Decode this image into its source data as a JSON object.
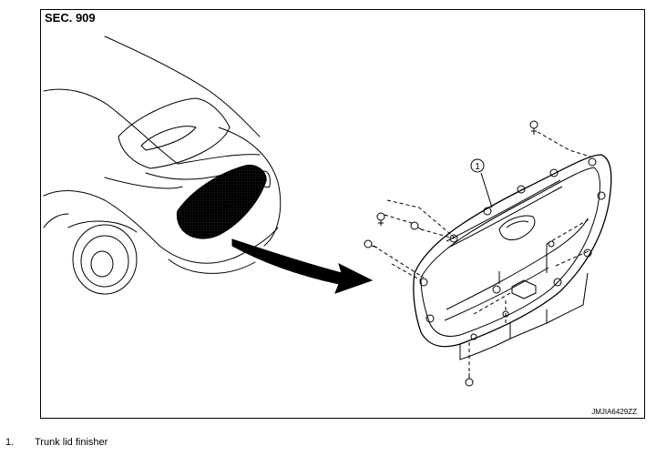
{
  "section_label": "SEC. 909",
  "figure_code": "JMJIA6429ZZ",
  "callout_number": "1",
  "legend": [
    {
      "number": "1.",
      "text": "Trunk lid finisher"
    }
  ]
}
